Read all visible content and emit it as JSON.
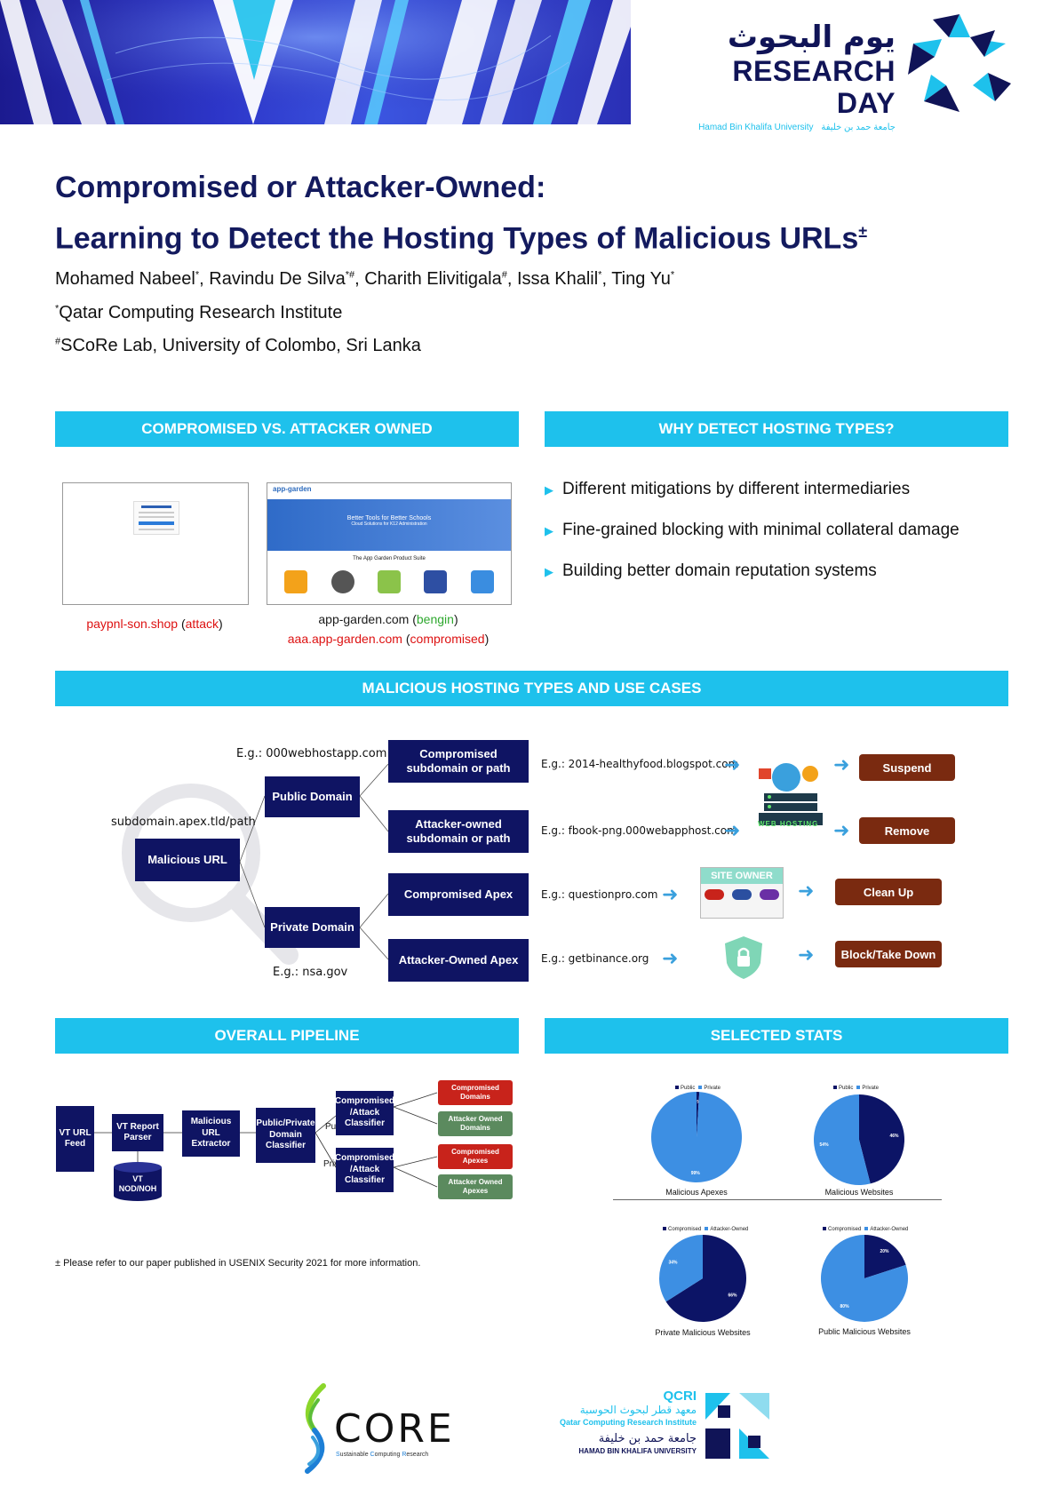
{
  "header": {
    "arabic_title": "يوم البحوث",
    "event_title": "RESEARCH DAY",
    "university_en": "Hamad Bin Khalifa University",
    "university_ar": "جامعة حمد بن خليفة"
  },
  "title": {
    "line1": "Compromised or Attacker-Owned:",
    "line2": "Learning to Detect the Hosting Types of Malicious URLs",
    "line2_sup": "±"
  },
  "authors": [
    {
      "name": "Mohamed Nabeel",
      "mark": "*"
    },
    {
      "name": "Ravindu De Silva",
      "mark": "*#"
    },
    {
      "name": "Charith Elivitigala",
      "mark": "#"
    },
    {
      "name": "Issa Khalil",
      "mark": "*"
    },
    {
      "name": "Ting Yu",
      "mark": "*"
    }
  ],
  "affiliations": [
    {
      "mark": "*",
      "name": "Qatar Computing Research Institute"
    },
    {
      "mark": "#",
      "name": "SCoRe Lab, University of Colombo, Sri Lanka"
    }
  ],
  "section_compromised": {
    "heading": "COMPROMISED VS. ATTACKER OWNED",
    "shot1_caption_domain": "paypnl-son.shop",
    "shot1_caption_tag": "attack",
    "shot2_brand": "app-garden",
    "shot2_hero": "Better Tools for Better Schools",
    "shot2_hero_sub": "Cloud Solutions for K12 Administration",
    "shot2_suite": "The App Garden Product Suite",
    "shot2_cap1_domain": "app-garden.com",
    "shot2_cap1_tag": "bengin",
    "shot2_cap2_domain": "aaa.app-garden.com",
    "shot2_cap2_tag": "compromised"
  },
  "section_why": {
    "heading": "WHY DETECT HOSTING TYPES?",
    "bullets": [
      "Different mitigations by different intermediaries",
      "Fine-grained blocking with minimal collateral damage",
      "Building better domain reputation systems"
    ]
  },
  "section_types": {
    "heading": "MALICIOUS HOSTING TYPES AND USE CASES",
    "root_example": "subdomain.apex.tld/path",
    "root": "Malicious URL",
    "public_example": "E.g.: 000webhostapp.com",
    "public": "Public Domain",
    "private": "Private Domain",
    "private_example": "E.g.: nsa.gov",
    "leaves": [
      {
        "label": "Compromised subdomain or path",
        "example": "E.g.: 2014-healthyfood.blogspot.com",
        "action": "Suspend"
      },
      {
        "label": "Attacker-owned subdomain or path",
        "example": "E.g.: fbook-png.000webapphost.com",
        "action": "Remove"
      },
      {
        "label": "Compromised Apex",
        "example": "E.g.: questionpro.com",
        "action": "Clean Up"
      },
      {
        "label": "Attacker-Owned Apex",
        "example": "E.g.: getbinance.org",
        "action": "Block/Take Down"
      }
    ],
    "web_hosting": "WEB HOSTING",
    "site_owner": "SITE OWNER"
  },
  "section_pipeline": {
    "heading": "OVERALL PIPELINE",
    "feed": "VT URL Feed",
    "parser": "VT Report Parser",
    "db": "VT NOD/NOH",
    "extractor": "Malicious URL Extractor",
    "classifier": "Public/Private Domain Classifier",
    "public": "Public",
    "private": "Private",
    "attack_classifier": "Compromised /Attack Classifier",
    "outputs": [
      "Compromised Domains",
      "Attacker Owned Domains",
      "Compromised Apexes",
      "Attacker Owned Apexes"
    ],
    "footnote": "± Please refer to our paper published in USENIX Security 2021 for more information."
  },
  "section_stats": {
    "heading": "SELECTED STATS"
  },
  "chart_data": [
    {
      "type": "pie",
      "title": "Malicious Apexes",
      "labels": [
        "Public",
        "Private"
      ],
      "values": [
        1,
        99
      ],
      "colors": [
        "#0c1466",
        "#3d8fe3"
      ]
    },
    {
      "type": "pie",
      "title": "Malicious Websites",
      "labels": [
        "Public",
        "Private"
      ],
      "values": [
        46,
        54
      ],
      "colors": [
        "#0c1466",
        "#3d8fe3"
      ]
    },
    {
      "type": "pie",
      "title": "Private Malicious Websites",
      "labels": [
        "Compromised",
        "Attacker-Owned"
      ],
      "values": [
        66,
        34
      ],
      "colors": [
        "#0c1466",
        "#3d8fe3"
      ]
    },
    {
      "type": "pie",
      "title": "Public Malicious Websites",
      "labels": [
        "Compromised",
        "Attacker-Owned"
      ],
      "values": [
        20,
        80
      ],
      "colors": [
        "#0c1466",
        "#3d8fe3"
      ]
    }
  ],
  "footer": {
    "core_name": "CORE",
    "core_sub_parts": [
      "S",
      "ustainable ",
      "C",
      "omputing ",
      "R",
      "esearch"
    ],
    "qcri_abbr": "QCRI",
    "qcri_ar": "معهد قطر لبحوث الحوسبة",
    "qcri_en": "Qatar Computing Research Institute",
    "hbku_ar": "جامعة حمد بن خليفة",
    "hbku_en": "HAMAD BIN KHALIFA UNIVERSITY"
  },
  "colors": {
    "accent": "#1ec1ec",
    "navy": "#0f1463",
    "title": "#131a5e",
    "action": "#7a2a10"
  }
}
